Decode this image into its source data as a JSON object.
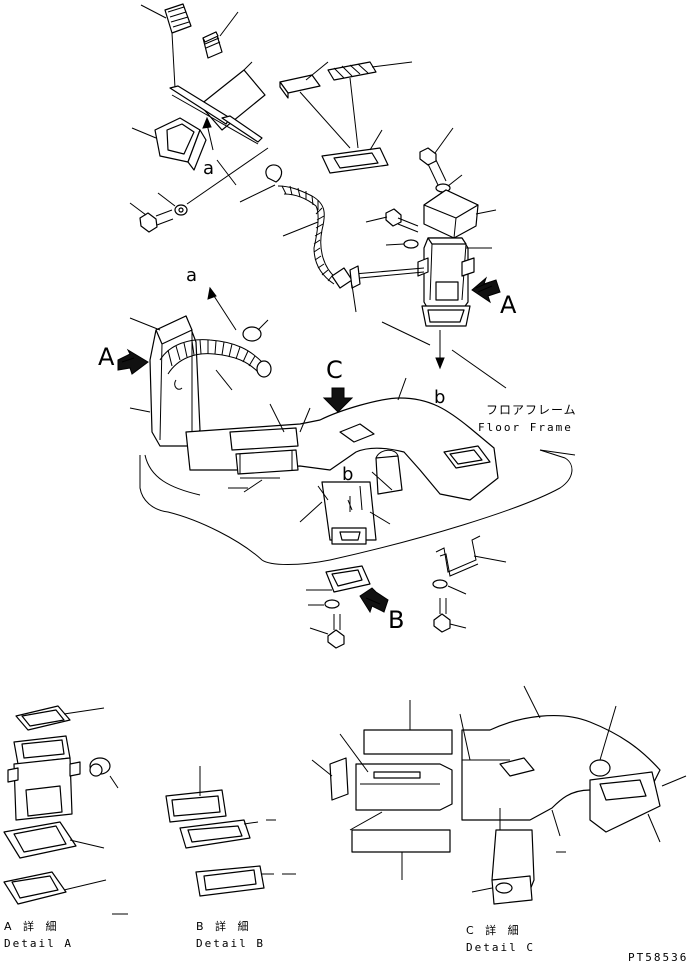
{
  "view_labels": {
    "A_main": "A",
    "A_arrow": "A",
    "B_arrow": "B",
    "C_arrow": "C",
    "a_top": "a",
    "a_mid": "a",
    "b_right": "b",
    "b_center": "b"
  },
  "floor_frame": {
    "jp": "フロアフレーム",
    "en": "Floor Frame"
  },
  "details": {
    "a": {
      "jp": "A 詳 細",
      "en": "Detail A"
    },
    "b": {
      "jp": "B 詳 細",
      "en": "Detail B"
    },
    "c": {
      "jp": "C 詳 細",
      "en": "Detail C"
    }
  },
  "drawing_number": "PT58536"
}
